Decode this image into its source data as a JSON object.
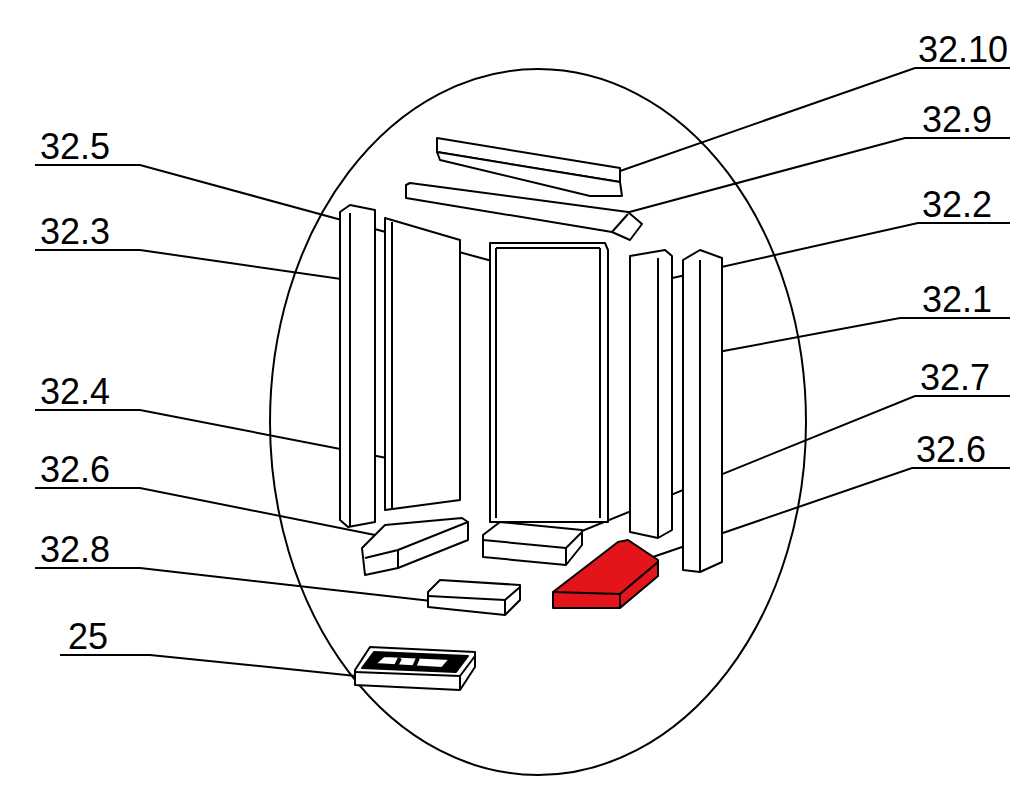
{
  "diagram": {
    "labels": [
      "32.10",
      "32.9",
      "32.5",
      "32.2",
      "32.3",
      "32.1",
      "32.7",
      "32.4",
      "32.6",
      "32.6",
      "32.8",
      "25"
    ]
  }
}
